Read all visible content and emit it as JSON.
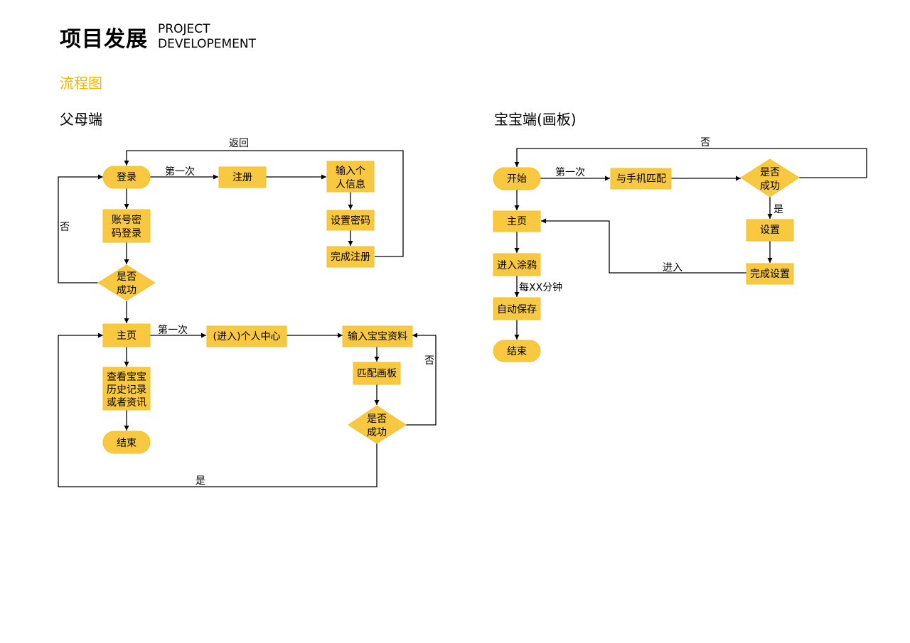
{
  "header": {
    "title": "项目发展",
    "en_line1": "PROJECT",
    "en_line2": "DEVELOPEMENT"
  },
  "section_title": "流程图",
  "parent_flow": {
    "title": "父母端",
    "nodes": {
      "login": "登录",
      "register": "注册",
      "input_info": [
        "输入个",
        "人信息"
      ],
      "set_password": "设置密码",
      "complete_register": "完成注册",
      "account_login": [
        "账号密",
        "码登录"
      ],
      "success1": [
        "是否",
        "成功"
      ],
      "home": "主页",
      "personal_center": "(进入)个人中心",
      "input_baby": "输入宝宝资料",
      "match_board": "匹配画板",
      "success2": [
        "是否",
        "成功"
      ],
      "view_history": [
        "查看宝宝",
        "历史记录",
        "或者资讯"
      ],
      "end": "结束"
    },
    "edges": {
      "first_time_1": "第一次",
      "back": "返回",
      "no_1": "否",
      "first_time_2": "第一次",
      "no_2": "否",
      "yes": "是"
    }
  },
  "baby_flow": {
    "title": "宝宝端(画板)",
    "nodes": {
      "start": "开始",
      "match_phone": "与手机匹配",
      "success": [
        "是否",
        "成功"
      ],
      "settings": "设置",
      "complete_settings": "完成设置",
      "home": "主页",
      "enter_doodle": "进入涂鸦",
      "auto_save": "自动保存",
      "end": "结束"
    },
    "edges": {
      "first_time": "第一次",
      "no": "否",
      "yes": "是",
      "enter": "进入",
      "every_xx": "每XX分钟"
    }
  },
  "colors": {
    "node_fill": "#f8c840",
    "node_stroke": "#f3c02e",
    "accent": "#f2b705",
    "line": "#000000"
  }
}
